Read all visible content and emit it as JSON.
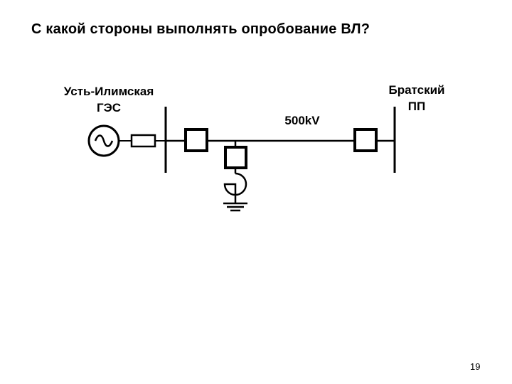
{
  "slide": {
    "title": "С какой стороны выполнять опробование ВЛ?",
    "page_number": "19"
  },
  "diagram": {
    "left_station": {
      "line1": "Усть-Илимская",
      "line2": "ГЭС"
    },
    "right_station": {
      "line1": "Братский",
      "line2": "ПП"
    },
    "line_voltage": "500kV"
  }
}
